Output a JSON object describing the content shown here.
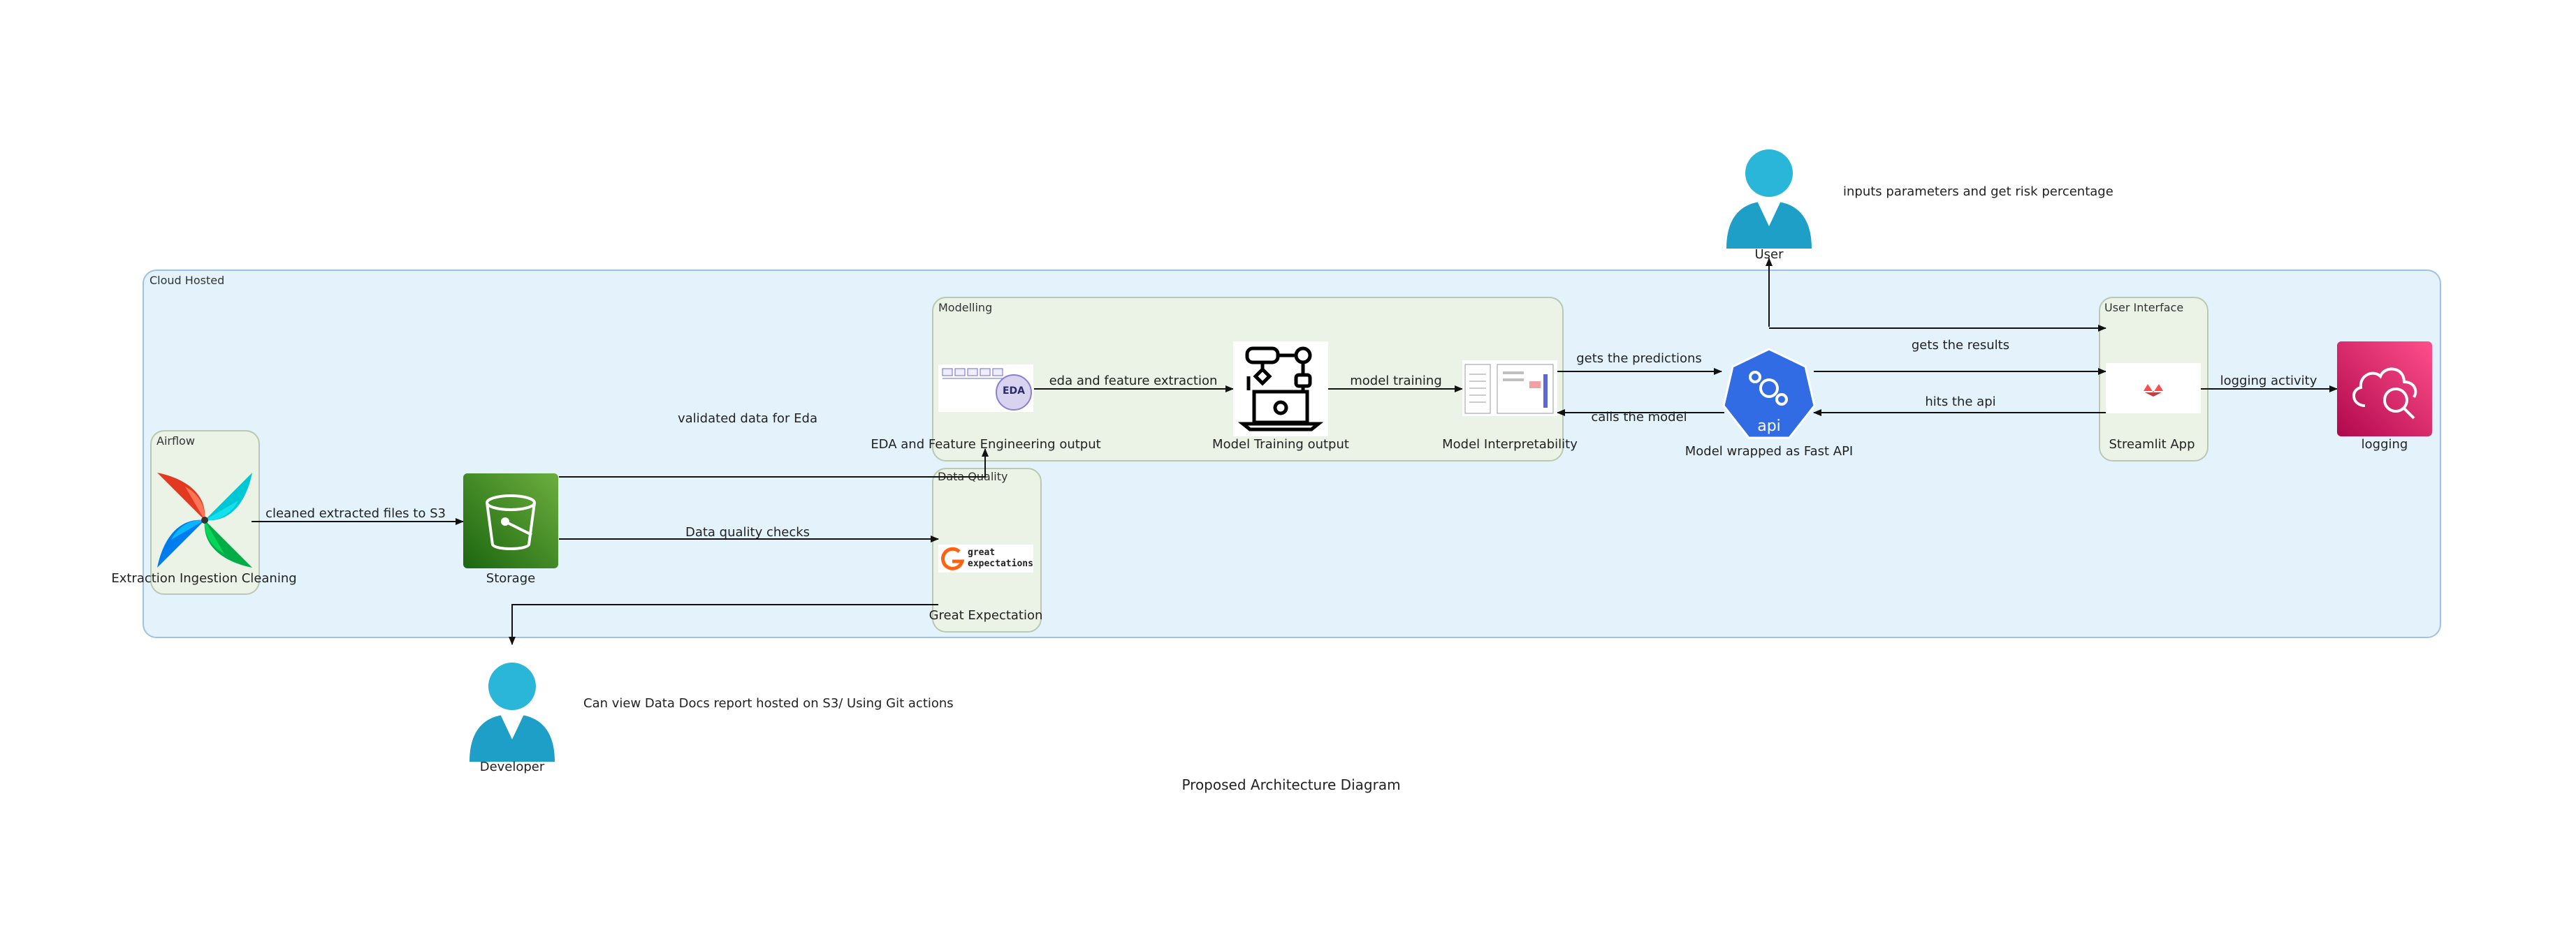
{
  "clusters": {
    "cloud": "Cloud Hosted",
    "modelling": "Modelling",
    "user_interface": "User Interface",
    "airflow": "Airflow",
    "data_quality": "Data Quality"
  },
  "nodes": {
    "airflow": "Extraction Ingestion Cleaning",
    "storage": "Storage",
    "eda": "EDA and Feature Engineering output",
    "eda_badge": "EDA",
    "training": "Model Training output",
    "interpretability": "Model Interpretability",
    "api": "Model wrapped as Fast API",
    "api_badge": "api",
    "streamlit": "Streamlit App",
    "logging": "logging",
    "great_expectation": "Great Expectation",
    "ge_logo_line1": "great",
    "ge_logo_line2": "expectations",
    "user": "User",
    "developer": "Developer"
  },
  "edges": {
    "cleaned": "cleaned extracted files to S3",
    "validated": "validated data for Eda",
    "quality": "Data quality checks",
    "eda_feature": "eda and feature extraction",
    "training": "model training",
    "predictions": "gets the predictions",
    "calls": "calls the model",
    "results": "gets the results",
    "hits": "hits the api",
    "logging": "logging activity"
  },
  "notes": {
    "user": "inputs parameters and get risk percentage",
    "developer": "Can view Data Docs report hosted on S3/ Using Git actions"
  },
  "caption": "Proposed Architecture Diagram",
  "colors": {
    "cloud_bg": "#e3f2fb",
    "cluster_green_bg": "#ebf2e6",
    "storage_green": "#3f8624",
    "logging_pink": "#c7175b",
    "api_blue": "#326ce5",
    "person_cyan": "#29b6d9"
  }
}
